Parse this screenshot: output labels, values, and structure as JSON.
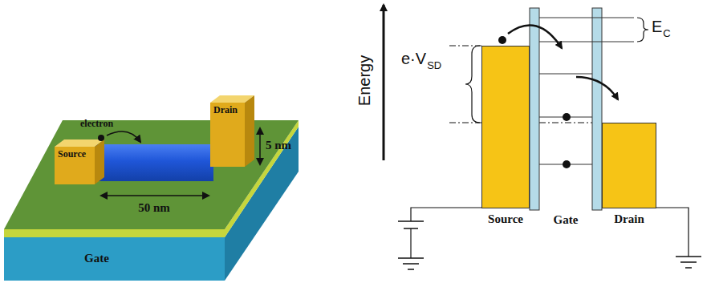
{
  "diagram": {
    "nodes": [
      {
        "text": [
          "Gate"
        ]
      },
      {
        "text": [
          "Source"
        ]
      },
      {
        "text": [
          "Drain"
        ]
      },
      {
        "text": [
          "Source"
        ]
      },
      {
        "text": [
          "Drain"
        ]
      }
    ],
    "labels": [
      "electron",
      "5 nm",
      "50 nm",
      "Energy",
      "e·V",
      "SD",
      "E",
      "C",
      "Gate"
    ]
  }
}
